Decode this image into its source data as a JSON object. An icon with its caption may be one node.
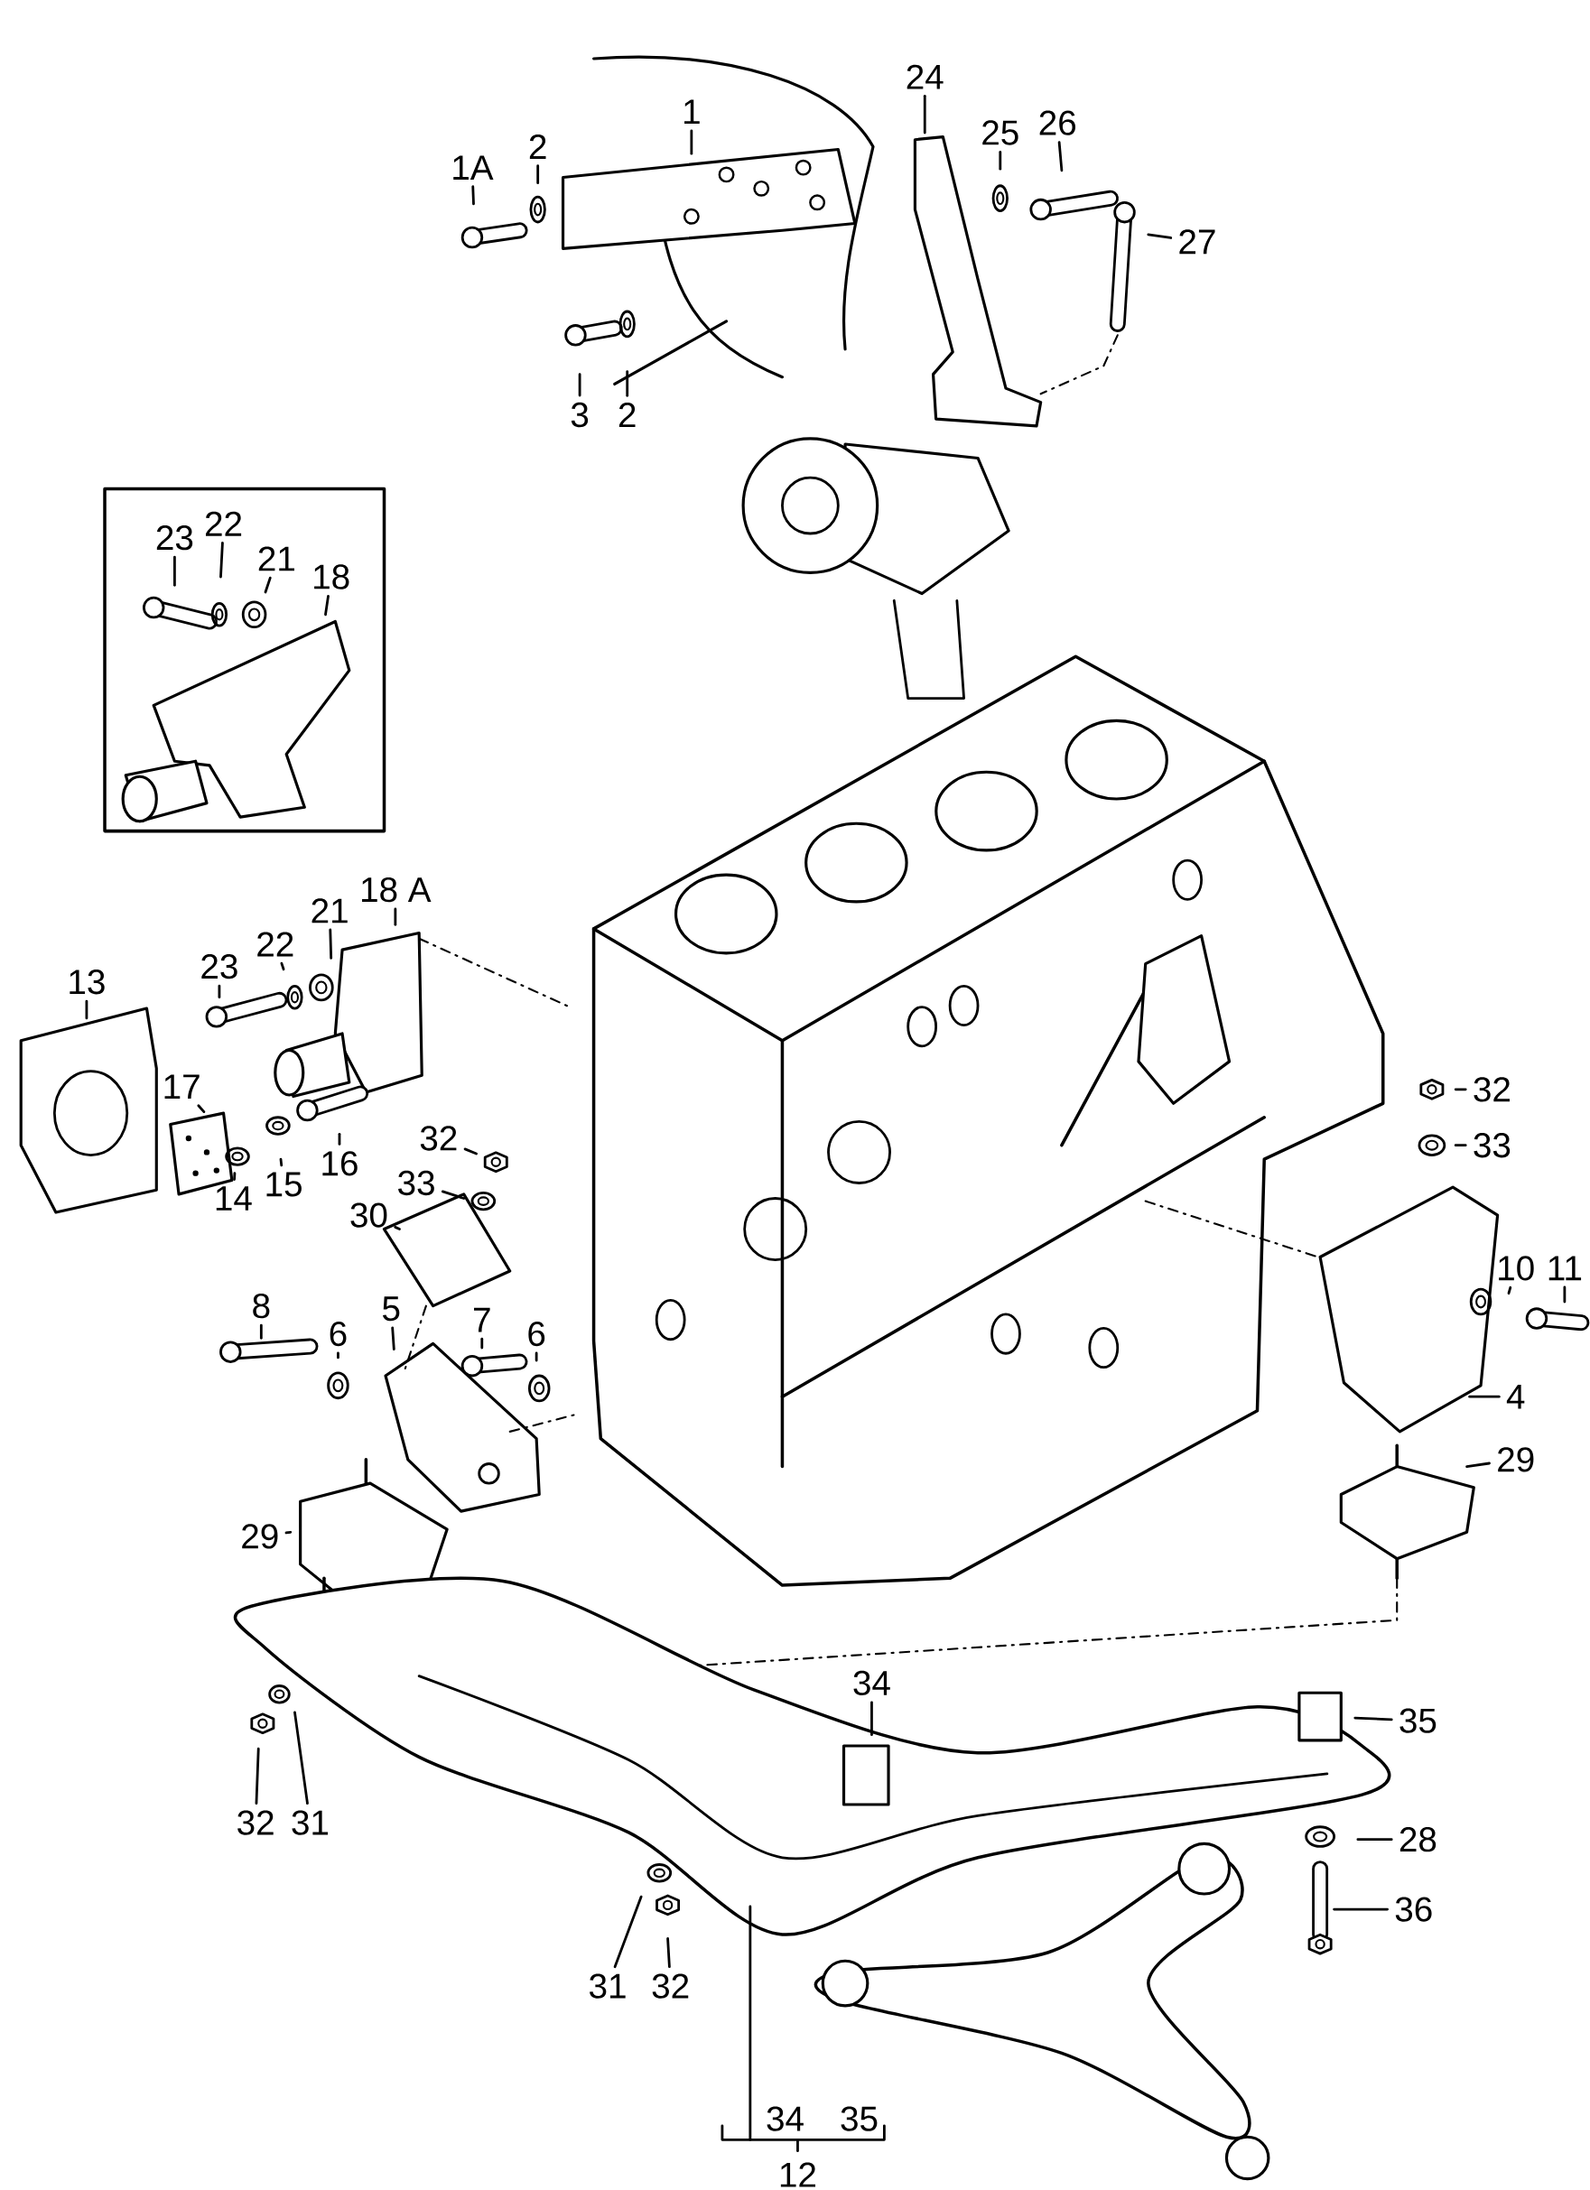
{
  "diagram": {
    "nodes": [
      {
        "text": [
          "1A"
        ]
      },
      {
        "text": [
          "2"
        ]
      },
      {
        "text": [
          "1"
        ]
      },
      {
        "text": [
          "24"
        ]
      },
      {
        "text": [
          "25"
        ]
      },
      {
        "text": [
          "26"
        ]
      },
      {
        "text": [
          "27"
        ]
      },
      {
        "text": [
          "3"
        ]
      },
      {
        "text": [
          "2"
        ]
      },
      {
        "text": [],
        "shape": "box"
      },
      {
        "text": [
          "23"
        ],
        "in": 9
      },
      {
        "text": [
          "22"
        ],
        "in": 9
      },
      {
        "text": [
          "21"
        ],
        "in": 9
      },
      {
        "text": [
          "18"
        ],
        "in": 9
      },
      {
        "text": [
          "18 A"
        ]
      },
      {
        "text": [
          "21"
        ]
      },
      {
        "text": [
          "22"
        ]
      },
      {
        "text": [
          "23"
        ]
      },
      {
        "text": [
          "13"
        ]
      },
      {
        "text": [
          "17"
        ]
      },
      {
        "text": [
          "16"
        ]
      },
      {
        "text": [
          "14"
        ]
      },
      {
        "text": [
          "15"
        ]
      },
      {
        "text": [
          "32"
        ]
      },
      {
        "text": [
          "33"
        ]
      },
      {
        "text": [
          "30"
        ]
      },
      {
        "text": [
          "8"
        ]
      },
      {
        "text": [
          "6"
        ]
      },
      {
        "text": [
          "5"
        ]
      },
      {
        "text": [
          "7"
        ]
      },
      {
        "text": [
          "6"
        ]
      },
      {
        "text": [
          "29"
        ]
      },
      {
        "text": [
          "32"
        ]
      },
      {
        "text": [
          "33"
        ]
      },
      {
        "text": [
          "10"
        ]
      },
      {
        "text": [
          "11"
        ]
      },
      {
        "text": [
          "4"
        ]
      },
      {
        "text": [
          "29"
        ]
      },
      {
        "text": [
          "34"
        ]
      },
      {
        "text": [
          "35"
        ]
      },
      {
        "text": [
          "32"
        ]
      },
      {
        "text": [
          "31"
        ]
      },
      {
        "text": [
          "28"
        ]
      },
      {
        "text": [
          "36"
        ]
      },
      {
        "text": [
          "31"
        ]
      },
      {
        "text": [
          "32"
        ]
      }
    ],
    "edges": [
      {
        "from": 0,
        "to": null,
        "arrow": "none"
      },
      {
        "from": 1,
        "to": null,
        "arrow": "none"
      },
      {
        "from": 2,
        "to": null,
        "arrow": "none"
      },
      {
        "from": 3,
        "to": null,
        "arrow": "none"
      },
      {
        "from": 4,
        "to": null,
        "arrow": "none"
      },
      {
        "from": 5,
        "to": null,
        "arrow": "none"
      },
      {
        "from": 6,
        "to": null,
        "arrow": "none"
      },
      {
        "from": 7,
        "to": null,
        "arrow": "none"
      },
      {
        "from": 8,
        "to": null,
        "arrow": "none"
      },
      {
        "from": 10,
        "to": null,
        "arrow": "none"
      },
      {
        "from": 11,
        "to": null,
        "arrow": "none"
      },
      {
        "from": 12,
        "to": null,
        "arrow": "none"
      },
      {
        "from": 13,
        "to": null,
        "arrow": "none"
      },
      {
        "from": 14,
        "to": null,
        "arrow": "none"
      },
      {
        "from": 15,
        "to": null,
        "arrow": "none"
      },
      {
        "from": 16,
        "to": null,
        "arrow": "none"
      },
      {
        "from": 17,
        "to": null,
        "arrow": "none"
      },
      {
        "from": 18,
        "to": null,
        "arrow": "none"
      },
      {
        "from": 19,
        "to": null,
        "arrow": "none"
      },
      {
        "from": 20,
        "to": null,
        "arrow": "none"
      },
      {
        "from": 21,
        "to": null,
        "arrow": "none"
      },
      {
        "from": 22,
        "to": null,
        "arrow": "none"
      },
      {
        "from": 23,
        "to": null,
        "arrow": "none"
      },
      {
        "from": 24,
        "to": null,
        "arrow": "none"
      },
      {
        "from": 25,
        "to": null,
        "arrow": "none"
      },
      {
        "from": 26,
        "to": null,
        "arrow": "none"
      },
      {
        "from": 27,
        "to": null,
        "arrow": "none"
      },
      {
        "from": 28,
        "to": null,
        "arrow": "none"
      },
      {
        "from": 29,
        "to": null,
        "arrow": "none"
      },
      {
        "from": 30,
        "to": null,
        "arrow": "none"
      },
      {
        "from": 31,
        "to": null,
        "arrow": "none"
      },
      {
        "from": 32,
        "to": null,
        "arrow": "none"
      },
      {
        "from": 33,
        "to": null,
        "arrow": "none"
      },
      {
        "from": 34,
        "to": null,
        "arrow": "none"
      },
      {
        "from": 35,
        "to": null,
        "arrow": "none"
      },
      {
        "from": 36,
        "to": null,
        "arrow": "none"
      },
      {
        "from": 37,
        "to": null,
        "arrow": "none"
      },
      {
        "from": 38,
        "to": null,
        "arrow": "none"
      },
      {
        "from": 39,
        "to": null,
        "arrow": "none"
      },
      {
        "from": 40,
        "to": null,
        "arrow": "none"
      },
      {
        "from": 41,
        "to": null,
        "arrow": "none"
      },
      {
        "from": 42,
        "to": null,
        "arrow": "none"
      },
      {
        "from": 43,
        "to": null,
        "arrow": "none"
      },
      {
        "from": 44,
        "to": null,
        "arrow": "none"
      },
      {
        "from": 45,
        "to": null,
        "arrow": "none"
      }
    ],
    "labels": [
      "34",
      "35",
      "12"
    ]
  }
}
